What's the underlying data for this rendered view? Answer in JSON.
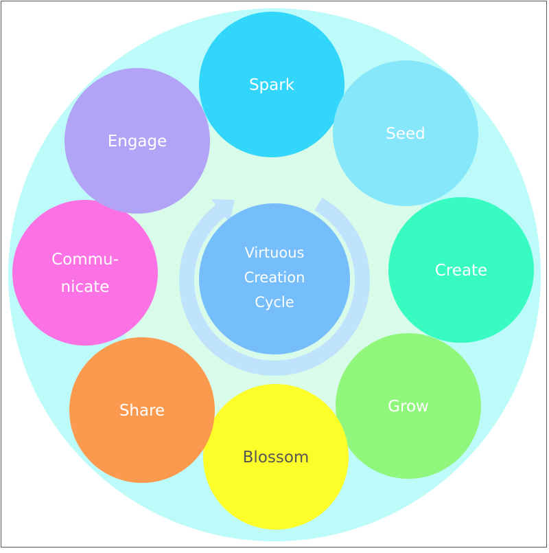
{
  "diagram": {
    "center_lines": [
      "Virtuous",
      "Creation",
      "Cycle"
    ],
    "nodes": [
      {
        "id": "spark",
        "lines": [
          "Spark"
        ],
        "color": "#33d6fb",
        "text_color": "#ffffff"
      },
      {
        "id": "seed",
        "lines": [
          "Seed"
        ],
        "color": "#86e7fb",
        "text_color": "#ffffff"
      },
      {
        "id": "create",
        "lines": [
          "Create"
        ],
        "color": "#37fbc0",
        "text_color": "#ffffff"
      },
      {
        "id": "grow",
        "lines": [
          "Grow"
        ],
        "color": "#90f77c",
        "text_color": "#ffffff"
      },
      {
        "id": "blossom",
        "lines": [
          "Blossom"
        ],
        "color": "#fdfd2a",
        "text_color": "#555555"
      },
      {
        "id": "share",
        "lines": [
          "Share"
        ],
        "color": "#fb9a4f",
        "text_color": "#ffffff"
      },
      {
        "id": "communicate",
        "lines": [
          "Commu-",
          "nicate"
        ],
        "color": "#fc71e3",
        "text_color": "#ffffff"
      },
      {
        "id": "engage",
        "lines": [
          "Engage"
        ],
        "color": "#b3a3f7",
        "text_color": "#ffffff"
      }
    ],
    "colors": {
      "outer_ring": "#bdfafa",
      "inner_fill": "#d9fbe9",
      "center_circle": "#75bdfb",
      "arrow": "#bfe3fc"
    }
  }
}
